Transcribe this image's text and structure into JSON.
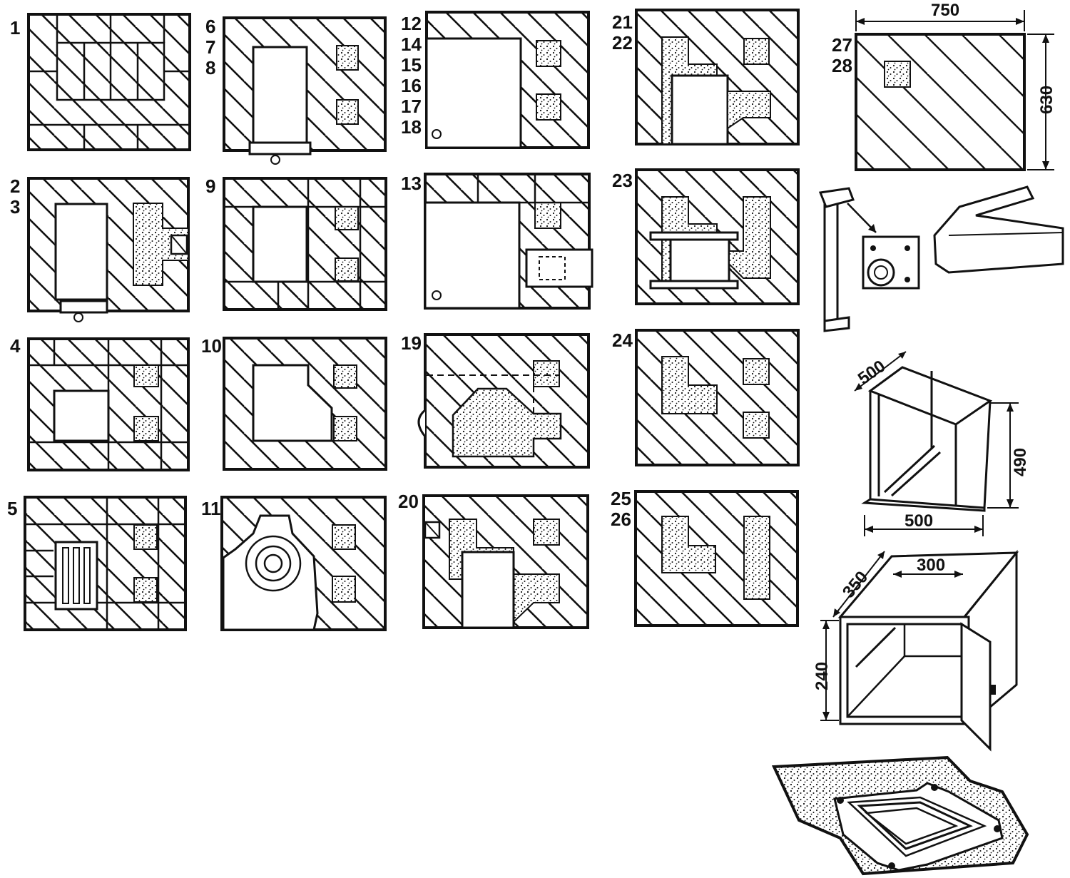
{
  "row_labels": {
    "r1c1": [
      "1"
    ],
    "r1c2": [
      "6",
      "7",
      "8"
    ],
    "r1c3": [
      "12",
      "14",
      "15",
      "16",
      "17",
      "18"
    ],
    "r1c4": [
      "21",
      "22"
    ],
    "r2c1": [
      "2",
      "3"
    ],
    "r2c2": [
      "9"
    ],
    "r2c3": [
      "13"
    ],
    "r2c4": [
      "23"
    ],
    "r3c1": [
      "4"
    ],
    "r3c2": [
      "10"
    ],
    "r3c3": [
      "19"
    ],
    "r3c4": [
      "24"
    ],
    "r4c1": [
      "5"
    ],
    "r4c2": [
      "11"
    ],
    "r4c3": [
      "20"
    ],
    "r4c4": [
      "25",
      "26"
    ],
    "top_right": [
      "27",
      "28"
    ]
  },
  "dimensions": {
    "plan_width": "750",
    "plan_height": "630",
    "frame_depth": "500",
    "frame_height": "490",
    "frame_width": "500",
    "oven_depth": "350",
    "oven_width": "300",
    "oven_height": "240"
  },
  "colors": {
    "ink": "#111111",
    "paper": "#ffffff"
  }
}
